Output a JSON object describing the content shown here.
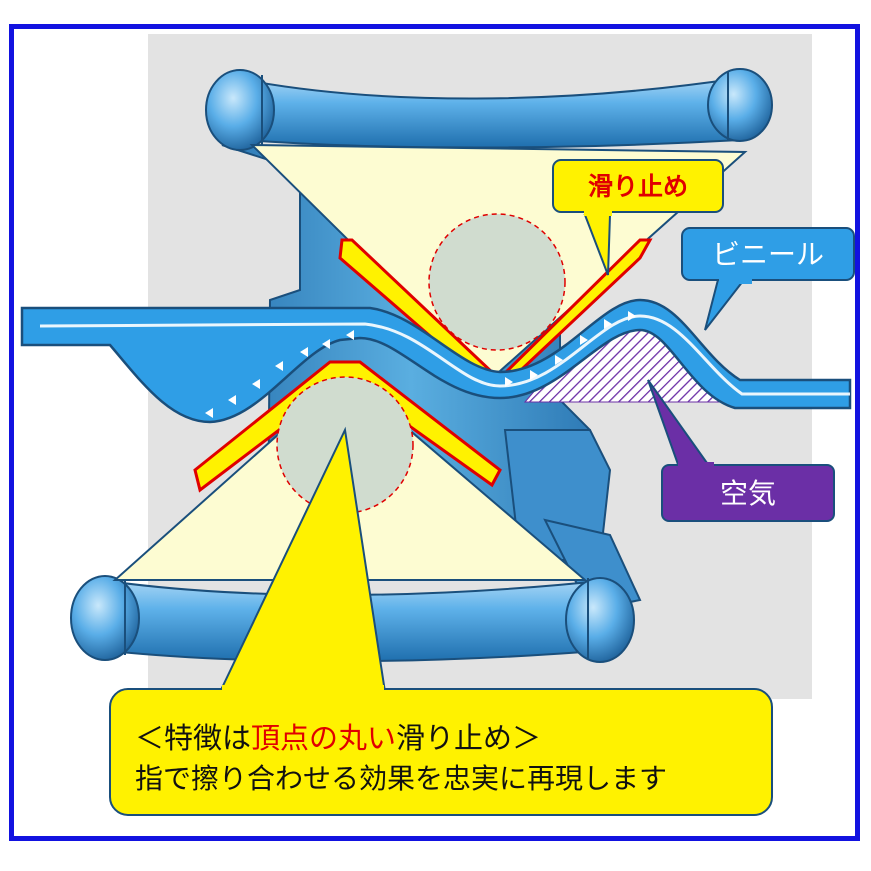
{
  "labels": {
    "anti_slip": "滑り止め",
    "vinyl": "ビニール",
    "air": "空気"
  },
  "caption": {
    "line1_open": "＜特徴は",
    "line1_highlight": "頂点の丸い",
    "line1_close": "滑り止め＞",
    "line2": "指で擦り合わせる効果を忠実に再現します"
  },
  "colors": {
    "frame": "#1212e0",
    "roller_blue": "#4aa3e0",
    "vinyl_blue": "#2f9ee6",
    "pad_yellow": "#fff200",
    "pad_outline": "#e00000",
    "triangle_fill": "#fdfcd2",
    "air_purple": "#6b2fa6",
    "highlight_red": "#e00000"
  }
}
